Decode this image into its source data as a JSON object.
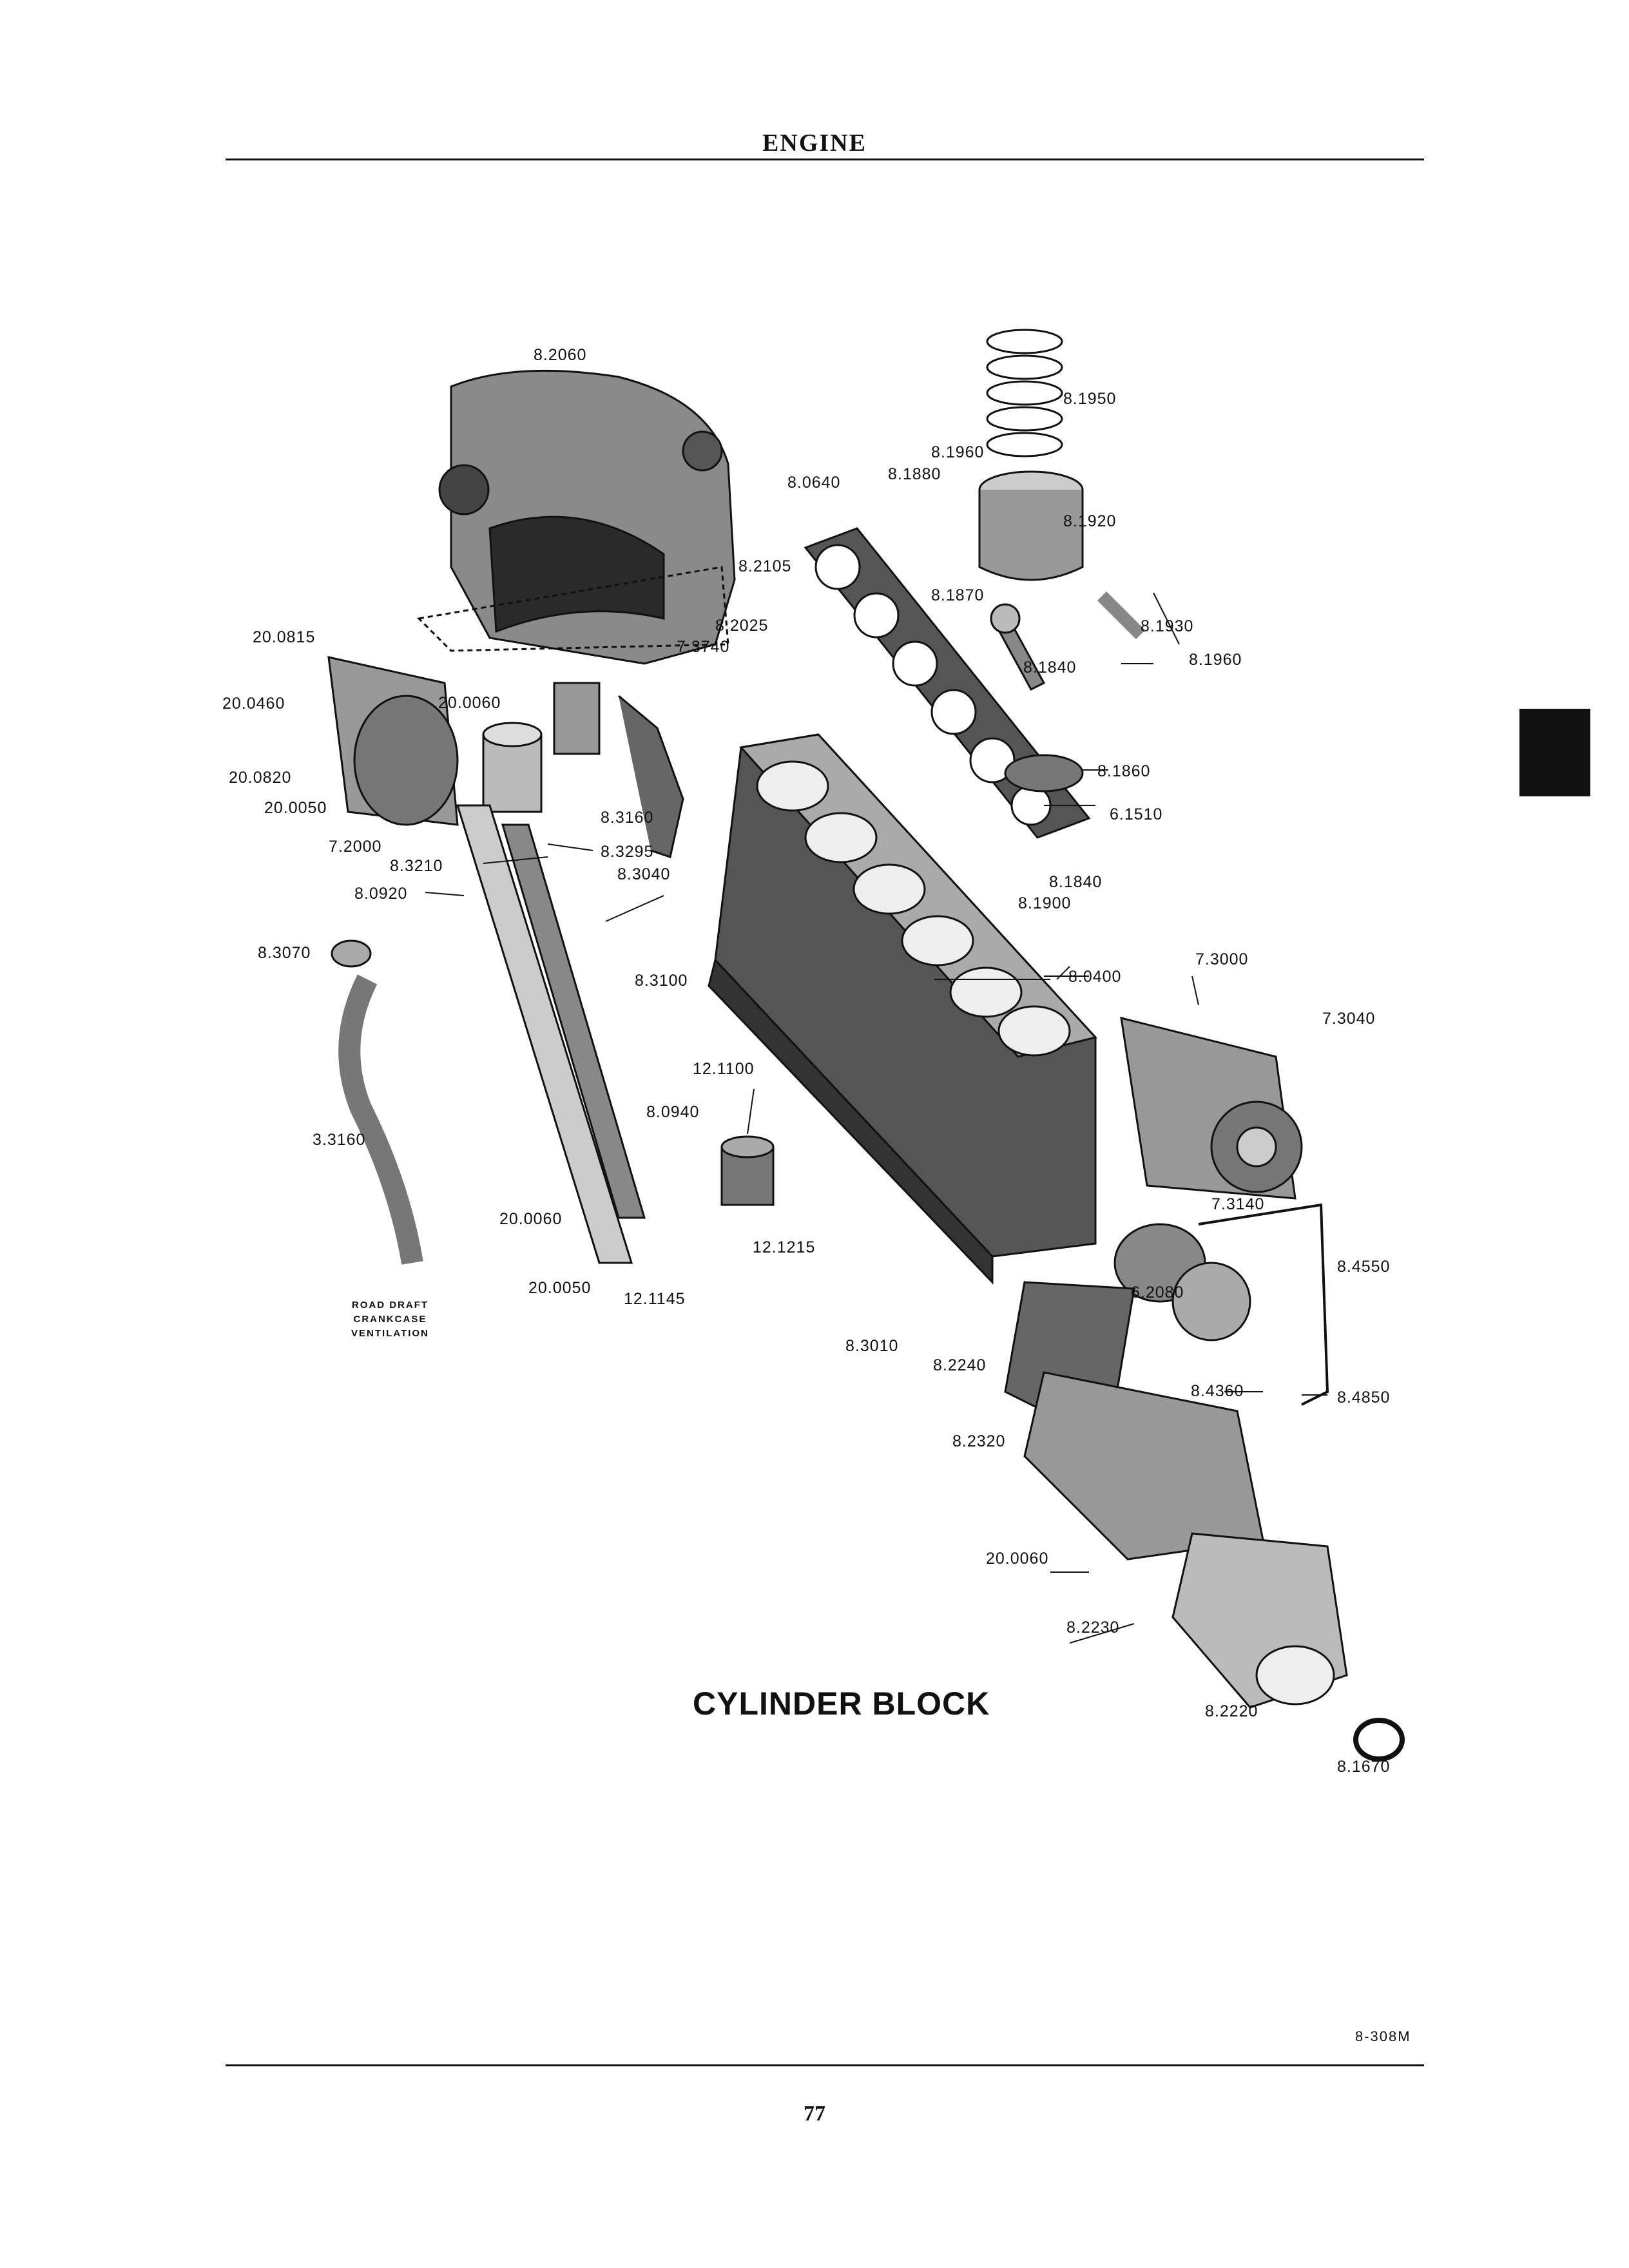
{
  "header": {
    "section": "ENGINE"
  },
  "figure": {
    "title": "CYLINDER BLOCK",
    "code": "8-308M",
    "note": [
      "ROAD DRAFT",
      "CRANKCASE",
      "VENTILATION"
    ]
  },
  "page_number": "77",
  "part_labels": {
    "p8_2060": "8.2060",
    "p8_1950": "8.1950",
    "p8_1960a": "8.1960",
    "p8_1880": "8.1880",
    "p8_0640": "8.0640",
    "p8_1920": "8.1920",
    "p8_2105": "8.2105",
    "p8_1870": "8.1870",
    "p8_1930": "8.1930",
    "p8_1960b": "8.1960",
    "p8_1840a": "8.1840",
    "p20_0815": "20.0815",
    "p8_2025": "8.2025",
    "p7_3740": "7.3740",
    "p20_0460": "20.0460",
    "p20_0060a": "20.0060",
    "p20_0820": "20.0820",
    "p20_0050a": "20.0050",
    "p8_1860": "8.1860",
    "p6_1510": "6.1510",
    "p7_2000": "7.2000",
    "p8_3160a": "8.3160",
    "p8_3295": "8.3295",
    "p8_3210": "8.3210",
    "p8_3040": "8.3040",
    "p8_0920": "8.0920",
    "p8_1840b": "8.1840",
    "p8_1900": "8.1900",
    "p8_3070": "8.3070",
    "p8_3100": "8.3100",
    "p7_3000": "7.3000",
    "p8_0400": "8.0400",
    "p7_3040": "7.3040",
    "p12_1100": "12.1100",
    "p8_0940": "8.0940",
    "p3_3160": "3.3160",
    "p7_3140": "7.3140",
    "p20_0060b": "20.0060",
    "p12_1215": "12.1215",
    "p8_4550": "8.4550",
    "p6_2080": "6.2080",
    "p20_0050b": "20.0050",
    "p12_1145": "12.1145",
    "p8_3010": "8.3010",
    "p8_2240": "8.2240",
    "p8_4360": "8.4360",
    "p8_4850": "8.4850",
    "p8_2320": "8.2320",
    "p20_0060c": "20.0060",
    "p8_2230": "8.2230",
    "p8_2220": "8.2220",
    "p8_1670": "8.1670"
  }
}
